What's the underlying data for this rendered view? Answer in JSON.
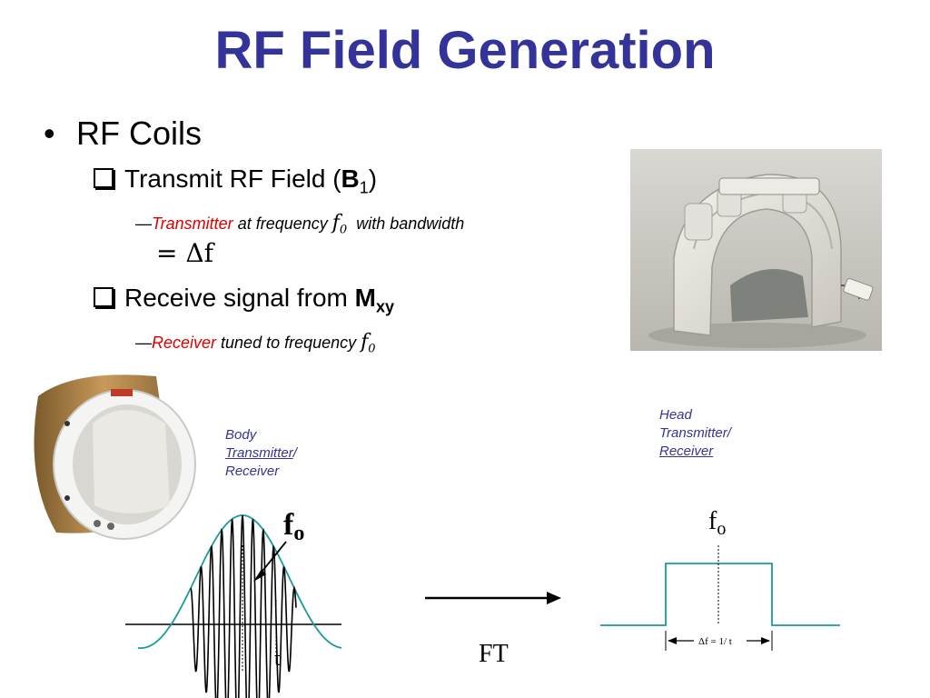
{
  "title": "RF Field Generation",
  "bullet": {
    "marker": "•",
    "text": "RF Coils"
  },
  "transmit": {
    "label": "Transmit RF Field (",
    "symbol": "B",
    "subscript": "1",
    "close": ")",
    "detail_dash": "—",
    "detail_red": "Transmitter",
    "detail_text": " at frequency ",
    "freq_symbol": "f",
    "freq_sub": "0",
    "detail_tail": "  with bandwidth",
    "bandwidth": "= Δf"
  },
  "receive": {
    "label": "Receive signal from ",
    "symbol": "M",
    "subscript": "xy",
    "detail_dash": "—",
    "detail_red": "Receiver",
    "detail_text": " tuned to frequency ",
    "freq_symbol": "f",
    "freq_sub": "0"
  },
  "body_coil_label": {
    "line1": "Body",
    "line2": "Transmitter",
    "slash": "/",
    "line3": "Receiver"
  },
  "head_coil_label": {
    "line1": "Head",
    "line2": "Transmitter",
    "slash": "/",
    "line3": "Receiver"
  },
  "time_plot": {
    "freq_label": "f",
    "freq_label_sub": "o",
    "axis_label": "t"
  },
  "transform_label": "FT",
  "freq_plot": {
    "freq_label": "f",
    "freq_label_sub": "o",
    "bandwidth_label": "Δf = 1/ t"
  },
  "colors": {
    "title": "#333399",
    "label_blue": "#333399",
    "highlight_red": "#e00000",
    "envelope_teal": "#1a9a9a"
  }
}
